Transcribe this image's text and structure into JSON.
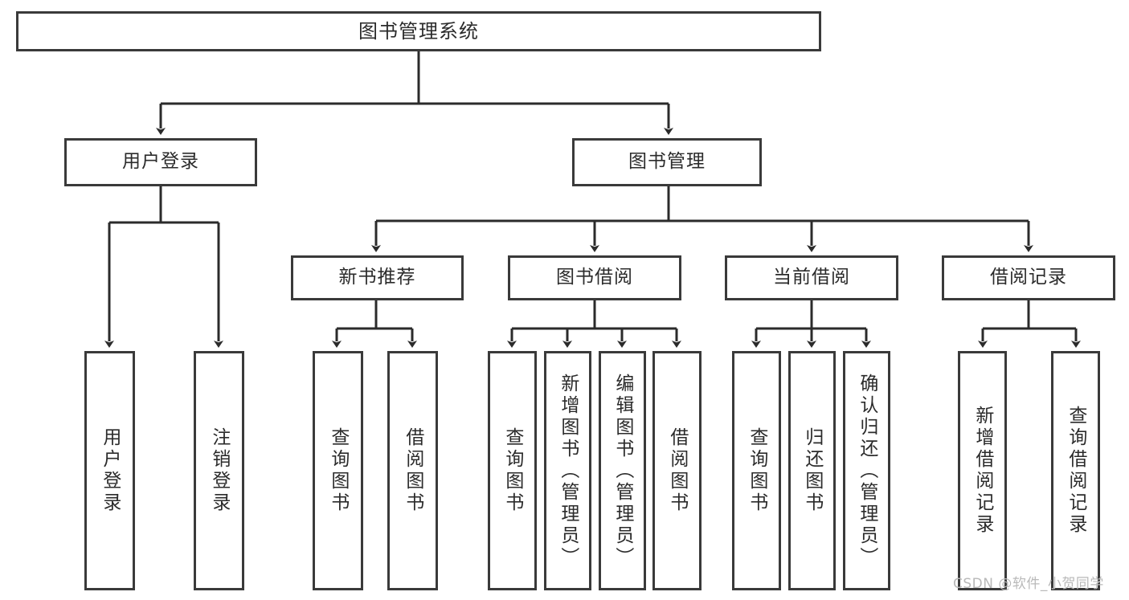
{
  "diagram": {
    "title_node": {
      "label": "图书管理系统"
    },
    "level1": [
      {
        "label": "用户登录"
      },
      {
        "label": "图书管理"
      }
    ],
    "level2": [
      {
        "label": "新书推荐"
      },
      {
        "label": "图书借阅"
      },
      {
        "label": "当前借阅"
      },
      {
        "label": "借阅记录"
      }
    ],
    "leaves": [
      {
        "label": "用户登录"
      },
      {
        "label": "注销登录"
      },
      {
        "label": "查询图书"
      },
      {
        "label": "借阅图书"
      },
      {
        "label": "查询图书"
      },
      {
        "label": "新增图书（管理员）"
      },
      {
        "label": "编辑图书（管理员）"
      },
      {
        "label": "借阅图书"
      },
      {
        "label": "查询图书"
      },
      {
        "label": "归还图书"
      },
      {
        "label": "确认归还（管理员）"
      },
      {
        "label": "新增借阅记录"
      },
      {
        "label": "查询借阅记录"
      }
    ],
    "watermark": "CSDN @软件_小贺同学",
    "colors": {
      "border": "#3a3a3a",
      "text": "#2b2b2b",
      "background": "#ffffff",
      "edge": "#2b2b2b",
      "watermark": "#b9b9b9"
    }
  }
}
